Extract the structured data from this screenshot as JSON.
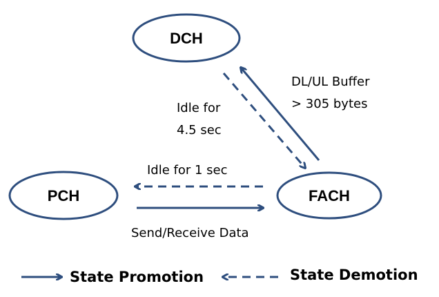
{
  "colors": {
    "state_stroke": "#2E4E7E",
    "arrow": "#2E4E7E",
    "text": "#000000",
    "background": "#FFFFFF"
  },
  "states": {
    "dch": "DCH",
    "pch": "PCH",
    "fach": "FACH"
  },
  "transitions": {
    "fach_to_dch": {
      "kind": "promotion",
      "label_line1": "DL/UL Buffer",
      "label_line2": "> 305 bytes"
    },
    "dch_to_fach": {
      "kind": "demotion",
      "label_line1": "Idle for",
      "label_line2": "4.5 sec"
    },
    "fach_to_pch": {
      "kind": "demotion",
      "label": "Idle for 1 sec"
    },
    "pch_to_fach": {
      "kind": "promotion",
      "label": "Send/Receive Data"
    }
  },
  "legend": {
    "promotion": "State Promotion",
    "demotion": "State Demotion"
  }
}
